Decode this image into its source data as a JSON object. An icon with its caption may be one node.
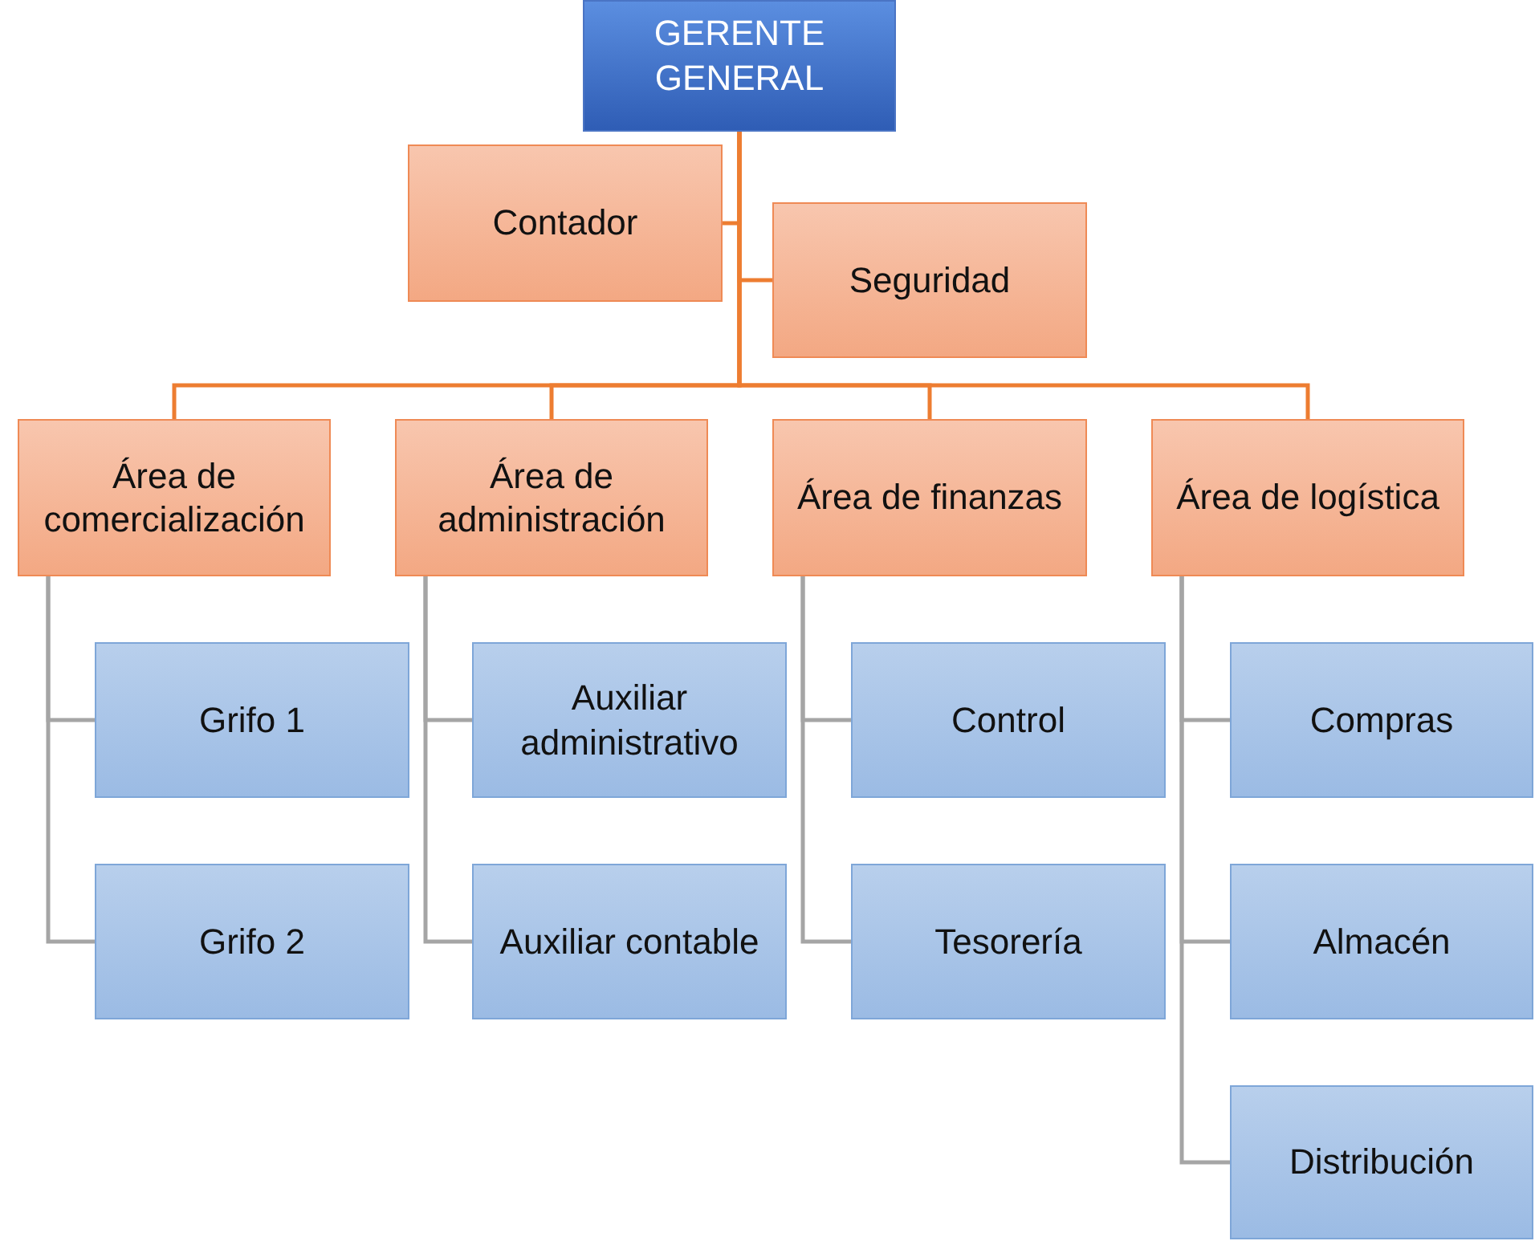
{
  "diagram": {
    "nodes": [
      {
        "text": [
          "GERENTE GENERAL"
        ]
      },
      {
        "text": [
          "Contador"
        ]
      },
      {
        "text": [
          "Seguridad"
        ]
      },
      {
        "text": [
          "Área de comercialización"
        ]
      },
      {
        "text": [
          "Área de administración"
        ]
      },
      {
        "text": [
          "Área de finanzas"
        ]
      },
      {
        "text": [
          "Área de logística"
        ]
      },
      {
        "text": [
          "Grifo 1"
        ]
      },
      {
        "text": [
          "Grifo 2"
        ]
      },
      {
        "text": [
          "Auxiliar administrativo"
        ]
      },
      {
        "text": [
          "Auxiliar contable"
        ]
      },
      {
        "text": [
          "Control"
        ]
      },
      {
        "text": [
          "Tesorería"
        ]
      },
      {
        "text": [
          "Compras"
        ]
      },
      {
        "text": [
          "Almacén"
        ]
      },
      {
        "text": [
          "Distribución"
        ]
      }
    ],
    "edges": [
      {
        "from": 0,
        "to": 1,
        "arrow": "none",
        "color": "#ed7d31"
      },
      {
        "from": 0,
        "to": 2,
        "arrow": "none",
        "color": "#ed7d31"
      },
      {
        "from": 0,
        "to": 3,
        "arrow": "none",
        "color": "#ed7d31"
      },
      {
        "from": 0,
        "to": 4,
        "arrow": "none",
        "color": "#ed7d31"
      },
      {
        "from": 0,
        "to": 5,
        "arrow": "none",
        "color": "#ed7d31"
      },
      {
        "from": 0,
        "to": 6,
        "arrow": "none",
        "color": "#ed7d31"
      },
      {
        "from": 3,
        "to": 7,
        "arrow": "none"
      },
      {
        "from": 3,
        "to": 8,
        "arrow": "none"
      },
      {
        "from": 4,
        "to": 9,
        "arrow": "none"
      },
      {
        "from": 4,
        "to": 10,
        "arrow": "none"
      },
      {
        "from": 5,
        "to": 11,
        "arrow": "none"
      },
      {
        "from": 5,
        "to": 12,
        "arrow": "none"
      },
      {
        "from": 6,
        "to": 13,
        "arrow": "none"
      },
      {
        "from": 6,
        "to": 14,
        "arrow": "none"
      },
      {
        "from": 6,
        "to": 15,
        "arrow": "none"
      }
    ]
  }
}
